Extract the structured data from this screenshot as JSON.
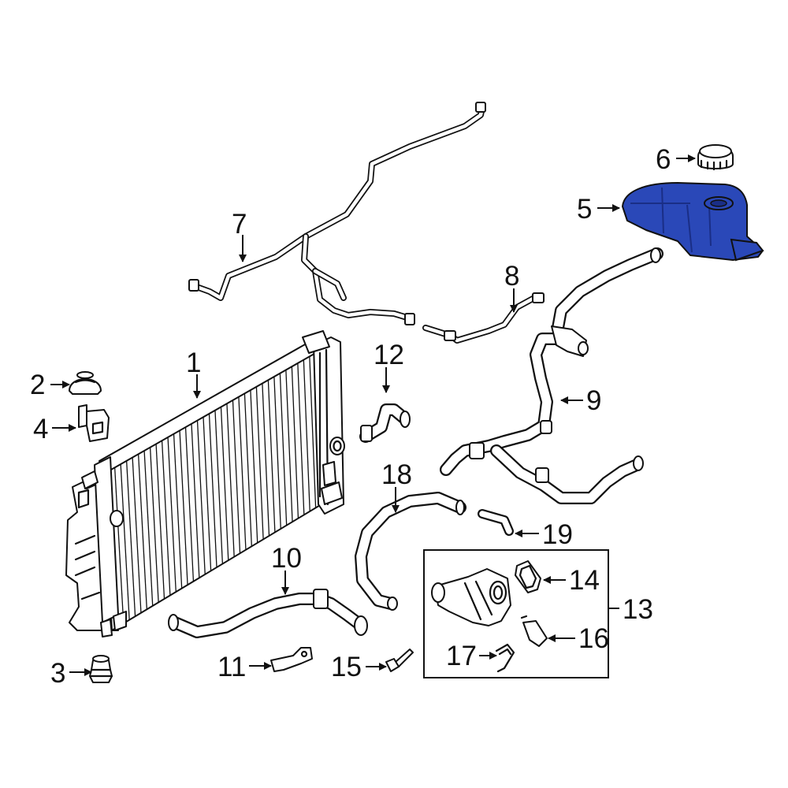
{
  "callouts": [
    {
      "id": "1",
      "label": "1"
    },
    {
      "id": "2",
      "label": "2"
    },
    {
      "id": "3",
      "label": "3"
    },
    {
      "id": "4",
      "label": "4"
    },
    {
      "id": "5",
      "label": "5"
    },
    {
      "id": "6",
      "label": "6"
    },
    {
      "id": "7",
      "label": "7"
    },
    {
      "id": "8",
      "label": "8"
    },
    {
      "id": "9",
      "label": "9"
    },
    {
      "id": "10",
      "label": "10"
    },
    {
      "id": "11",
      "label": "11"
    },
    {
      "id": "12",
      "label": "12"
    },
    {
      "id": "13",
      "label": "13"
    },
    {
      "id": "14",
      "label": "14"
    },
    {
      "id": "15",
      "label": "15"
    },
    {
      "id": "16",
      "label": "16"
    },
    {
      "id": "17",
      "label": "17"
    },
    {
      "id": "18",
      "label": "18"
    },
    {
      "id": "19",
      "label": "19"
    }
  ],
  "colors": {
    "line": "#111111",
    "background": "#ffffff",
    "highlight": "#2a48b8",
    "highlight_dark": "#1a2e86"
  },
  "highlighted_part": "5"
}
